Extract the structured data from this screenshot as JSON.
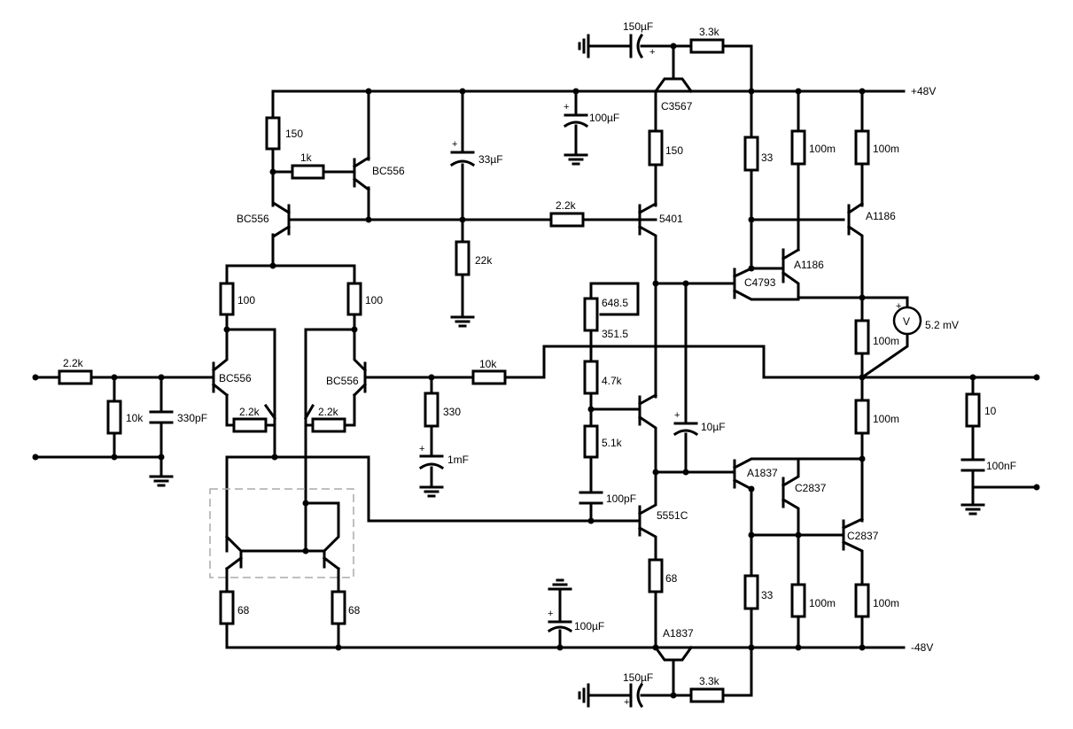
{
  "rails": {
    "pos": "+48V",
    "neg": "-48V"
  },
  "input": {
    "r_series": "2.2k",
    "r_shunt": "10k",
    "c_shunt": "330pF"
  },
  "vas_source": {
    "r_top": "150",
    "r_base": "1k",
    "q_top": "BC556",
    "q_main": "BC556",
    "c_bypass": "33µF",
    "r_bias": "22k",
    "r_link": "2.2k"
  },
  "diff_pair": {
    "r_left": "100",
    "r_right": "100",
    "q_left": "BC556",
    "q_right": "BC556",
    "r_degen_left": "2.2k",
    "r_degen_right": "2.2k",
    "r_mirror_left": "68",
    "r_mirror_right": "68"
  },
  "feedback": {
    "r_fb": "10k",
    "r_gnd": "330",
    "c_gnd": "1mF",
    "c_rail": "100µF"
  },
  "bias": {
    "pot_upper": "648.5",
    "pot_lower": "351.5",
    "r_upper": "4.7k",
    "r_lower": "5.1k",
    "c_bias": "10µF",
    "c_miller": "100pF",
    "q_vas": "5551C",
    "r_vas": "68",
    "q_pre": "5401",
    "r_pre": "150"
  },
  "top_stage": {
    "c_boot": "150µF",
    "r_boot": "3.3k",
    "q_boot": "C3567",
    "c_rail": "100µF",
    "r_drv": "33",
    "r_e1": "100m",
    "r_e2": "100m",
    "q_out": "A1186",
    "q_drv": "A1186",
    "q_bias": "C4793",
    "r_out": "100m"
  },
  "bottom_stage": {
    "q_drv": "A1837",
    "q_drv2": "C2837",
    "q_out": "C2837",
    "r_out": "100m",
    "r_drv": "33",
    "r_e1": "100m",
    "r_e2": "100m",
    "q_boot": "A1837",
    "c_boot": "150µF",
    "r_boot": "3.3k",
    "c_rail": "100µF"
  },
  "meter": {
    "symbol": "V",
    "reading": "5.2 mV"
  },
  "output": {
    "r_zobel": "10",
    "c_zobel": "100nF"
  }
}
